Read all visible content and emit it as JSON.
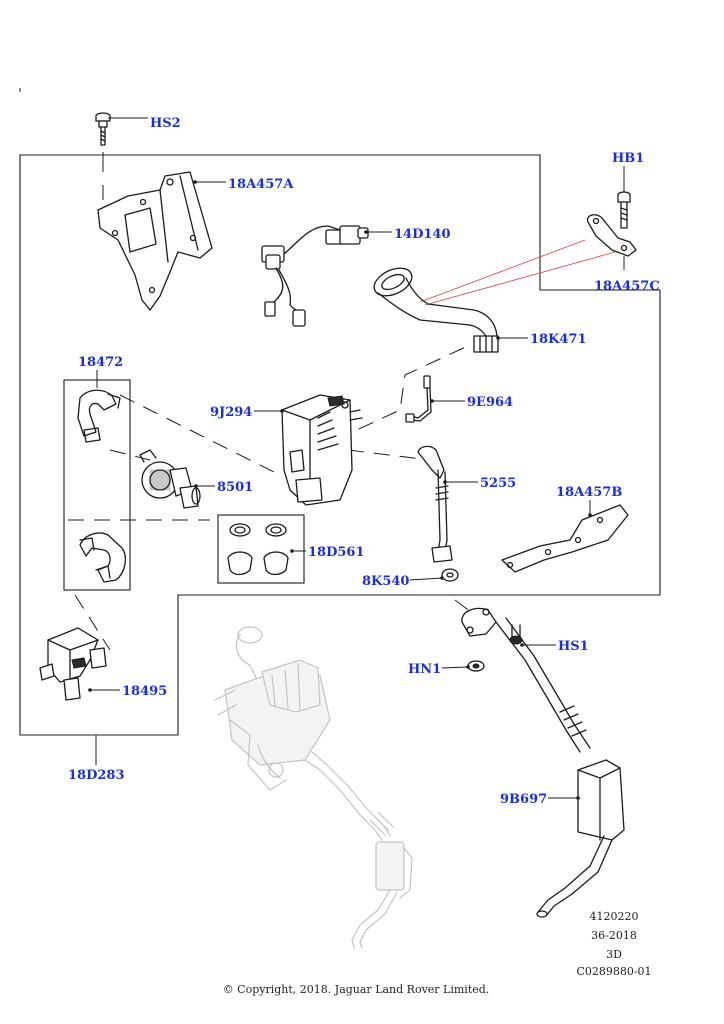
{
  "diagram": {
    "callouts": {
      "hs2": "HS2",
      "a457a": "18A457A",
      "hb1": "HB1",
      "d140": "14D140",
      "a457c": "18A457C",
      "k471": "18K471",
      "p18472": "18472",
      "j294": "9J294",
      "e964": "9E964",
      "p8501": "8501",
      "p5255": "5255",
      "a457b": "18A457B",
      "d561": "18D561",
      "k540": "8K540",
      "hs1": "HS1",
      "hn1": "HN1",
      "p18495": "18495",
      "d283": "18D283",
      "b697": "9B697"
    },
    "reference_block": {
      "line1": "4120220",
      "line2": "36-2018",
      "line3": "3D",
      "line4": "C0289880-01"
    },
    "copyright": "© Copyright, 2018. Jaguar Land Rover Limited."
  }
}
